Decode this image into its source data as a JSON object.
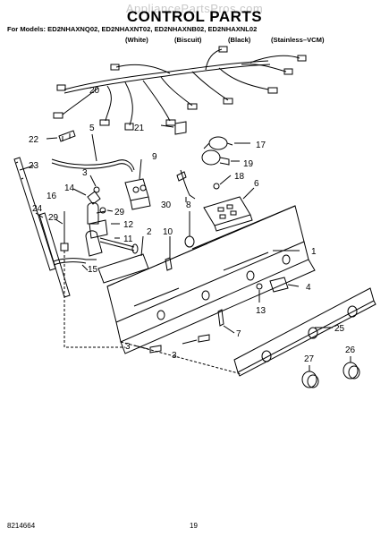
{
  "watermark": "AppliancePartsPros.com",
  "title": "CONTROL PARTS",
  "models_line": "For Models: ED2NHAXNQ02, ED2NHAXNT02, ED2NHAXNB02, ED2NHAXNL02",
  "colors": [
    "(White)",
    "(Biscuit)",
    "(Black)",
    "(Stainless–VCM)"
  ],
  "callouts": {
    "c1": "1",
    "c2": "2",
    "c3a": "3",
    "c3b": "3",
    "c3c": "3",
    "c4": "4",
    "c5": "5",
    "c6": "6",
    "c7": "7",
    "c8": "8",
    "c9": "9",
    "c10": "10",
    "c11": "11",
    "c12": "12",
    "c13": "13",
    "c14": "14",
    "c15": "15",
    "c16": "16",
    "c17": "17",
    "c18": "18",
    "c19": "19",
    "c20": "20",
    "c21": "21",
    "c22": "22",
    "c23": "23",
    "c24": "24",
    "c25": "25",
    "c26": "26",
    "c27": "27",
    "c29a": "29",
    "c29b": "29",
    "c30": "30"
  },
  "footer": {
    "doc_number": "8214664",
    "page_number": "19"
  }
}
